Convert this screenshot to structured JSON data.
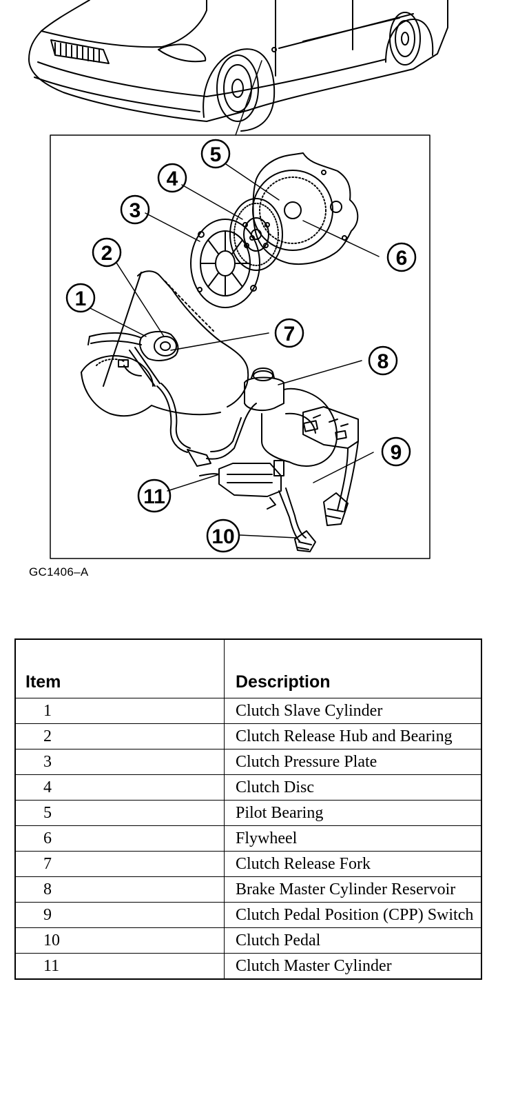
{
  "figure": {
    "code": "GC1406–A",
    "callouts": [
      "1",
      "2",
      "3",
      "4",
      "5",
      "6",
      "7",
      "8",
      "9",
      "10",
      "11"
    ]
  },
  "legend": {
    "headers": {
      "item": "Item",
      "description": "Description"
    },
    "rows": [
      {
        "item": "1",
        "description": "Clutch Slave Cylinder"
      },
      {
        "item": "2",
        "description": "Clutch Release Hub and Bearing"
      },
      {
        "item": "3",
        "description": "Clutch Pressure Plate"
      },
      {
        "item": "4",
        "description": "Clutch Disc"
      },
      {
        "item": "5",
        "description": "Pilot Bearing"
      },
      {
        "item": "6",
        "description": "Flywheel"
      },
      {
        "item": "7",
        "description": "Clutch Release Fork"
      },
      {
        "item": "8",
        "description": "Brake Master Cylinder Reservoir"
      },
      {
        "item": "9",
        "description": "Clutch Pedal Position (CPP) Switch"
      },
      {
        "item": "10",
        "description": "Clutch Pedal"
      },
      {
        "item": "11",
        "description": "Clutch Master Cylinder"
      }
    ]
  }
}
